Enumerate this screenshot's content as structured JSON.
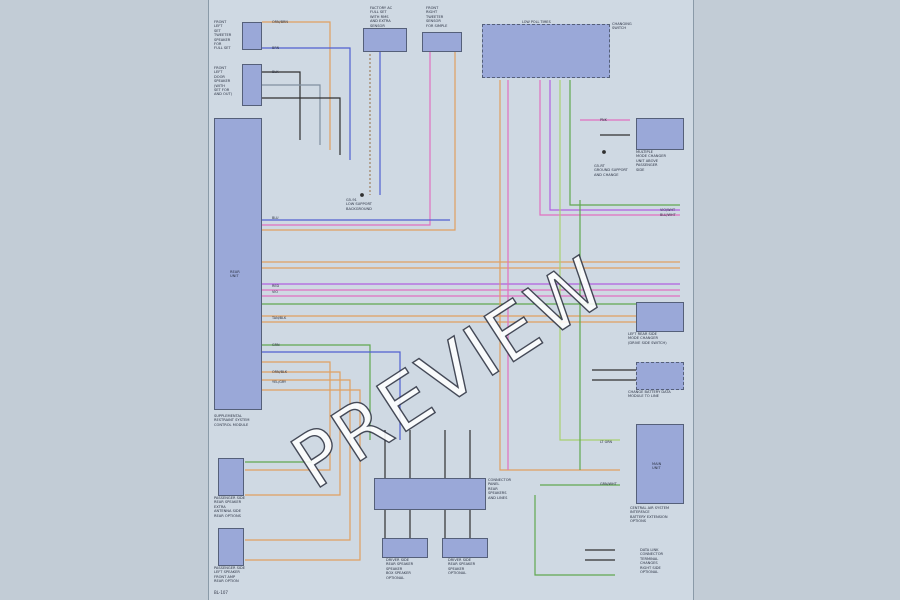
{
  "colors": {
    "orange": "#e0a060",
    "pink": "#e070c0",
    "violet": "#b060e0",
    "blue": "#5060d0",
    "green": "#60a850",
    "lightgreen": "#a8d070",
    "gray": "#8090a0",
    "brown": "#a08060",
    "black": "#303030",
    "component_fill": "#9aa8d8"
  },
  "components": {
    "front_left_tweeter": "FRONT\nLEFT\nSET\nTWEETER\nSPEAKER\nFOR\nFULL SET",
    "front_left_door_speaker": "FRONT\nLEFT\nDOOR\nSPEAKER\n(WITH\nSET FOR\nAND OUT)",
    "factory_ac_sensor": "FACTORY AC\nFULL SET\nWITH RMS\nAND EXTRA\nSENSOR",
    "front_right_sensor": "FRONT\nRIGHT\nTWEETER\nSENSOR\nFOR SIMPLE",
    "interior_switch": "CHANGING\nSWITCH",
    "main_unit": "REAR\nUNIT",
    "main_unit_caption": "SUPPLEMENTAL\nRESTRAINT SYSTEM\nCONTROL MODULE",
    "right_top_module": "MULTIPLE\nMODE CHANGER\nUNIT ABOVE\nPASSENGER\nSIDE",
    "right_mid_module": "LEFT REAR SIDE\nMODE CHANGER\n(DRIVE SIDE SWITCH)",
    "right_dashed_module": "CHANGE BATTERY DATA\nMODULE TO LINE",
    "control_unit": "MAIN\nUNIT",
    "control_unit_caption": "CENTRAL AIR SYSTEM\nINTERFACE\nBATTERY EXTENSION\nOPTIONS",
    "lower_left_1": "PASSENGER SIDE\nREAR SPEAKER\nEXTRA\nANTENNA SIDE\nREAR OPTIONS",
    "lower_left_2": "PASSENGER SIDE\nLEFT SPEAKER\nFRONT AMP\nREAR OPTION",
    "lower_center": "CONNECTOR\nPANEL\nREAR\nSPEAKERS\nAND LINES",
    "lower_box_1": "DRIVER SIDE\nREAR SPEAKER\nSPEAKER\nBOX SPEAKER\nOPTIONAL",
    "lower_box_2": "DRIVER SIDE\nREAR SPEAKER\nSPEAKER\nOPTIONAL",
    "right_bottom_note": "DATA LINK\nCONNECTOR\nTERMINAL\nCHANGES\nRIGHT SIDE\nOPTIONAL",
    "ground_1": "G5-91\nLOW SUPPORT\nBACKGROUND",
    "ground_2": "G5-RT\nGROUND SUPPORT\nAND CHANGE",
    "top_label": "LOW POLL TIMES"
  },
  "wire_tags": [
    "ORN/BRN",
    "BRN",
    "BLK",
    "PNK",
    "BLU",
    "VIO/WHT",
    "BLU/WHT",
    "TAN/BLK",
    "GRN",
    "GRN/WHT",
    "ORN/BLK",
    "YEL/GRY",
    "LT GRN",
    "RED",
    "VIO"
  ],
  "page_number": "BL-107",
  "watermark": "PREVIEW"
}
